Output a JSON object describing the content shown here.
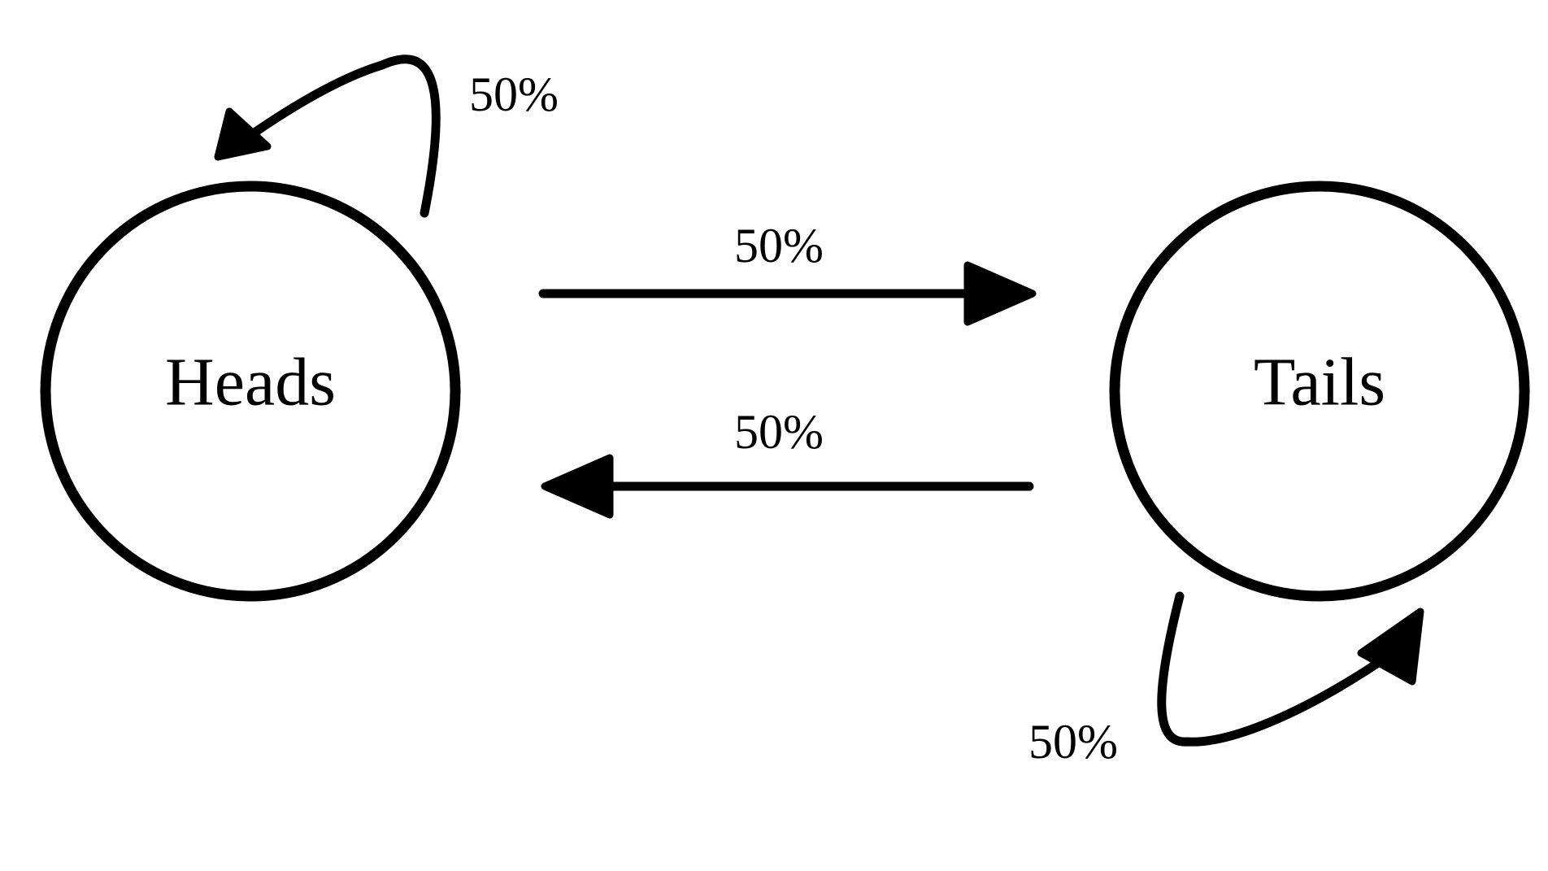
{
  "colors": {
    "stroke": "#000000",
    "text": "#000000",
    "background": "#ffffff"
  },
  "states": [
    {
      "id": "heads",
      "label": "Heads"
    },
    {
      "id": "tails",
      "label": "Tails"
    }
  ],
  "transitions": [
    {
      "from": "heads",
      "to": "heads",
      "label": "50%"
    },
    {
      "from": "heads",
      "to": "tails",
      "label": "50%"
    },
    {
      "from": "tails",
      "to": "heads",
      "label": "50%"
    },
    {
      "from": "tails",
      "to": "tails",
      "label": "50%"
    }
  ]
}
